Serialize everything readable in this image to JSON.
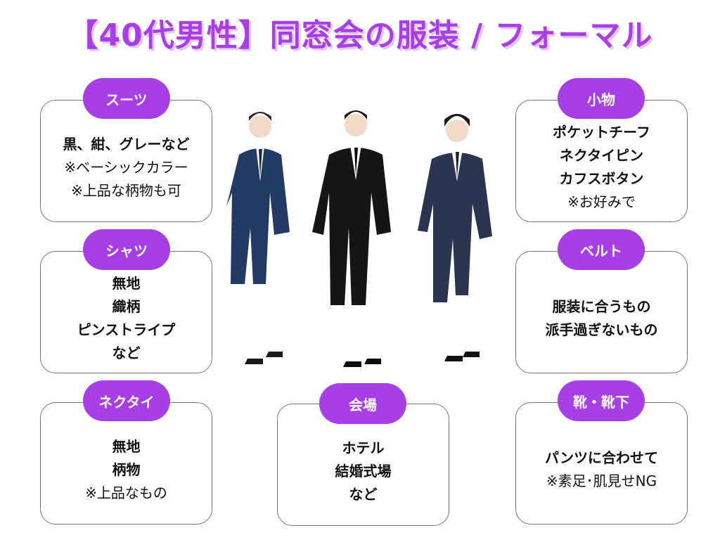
{
  "title": "【40代男性】同窓会の服装 / フォーマル",
  "colors": {
    "accent": "#a73ee6",
    "shadow": "#e6c6f5"
  },
  "cards": {
    "suit": {
      "label": "スーツ",
      "lines": [
        "黒、紺、グレーなど",
        "※ベーシックカラー",
        "※上品な柄物も可"
      ]
    },
    "shirt": {
      "label": "シャツ",
      "lines": [
        "無地",
        "織柄",
        "ピンストライプ",
        "など"
      ]
    },
    "tie": {
      "label": "ネクタイ",
      "lines": [
        "無地",
        "柄物",
        "※上品なもの"
      ]
    },
    "venue": {
      "label": "会場",
      "lines": [
        "ホテル",
        "結婚式場",
        "など"
      ]
    },
    "accessories": {
      "label": "小物",
      "lines": [
        "ポケットチーフ",
        "ネクタイピン",
        "カフスボタン",
        "※お好みで"
      ]
    },
    "belt": {
      "label": "ベルト",
      "lines": [
        "服装に合うもの",
        "派手過ぎないもの"
      ]
    },
    "shoes": {
      "label": "靴・靴下",
      "lines": [
        "パンツに合わせて",
        "※素足･肌見せNG"
      ]
    }
  }
}
